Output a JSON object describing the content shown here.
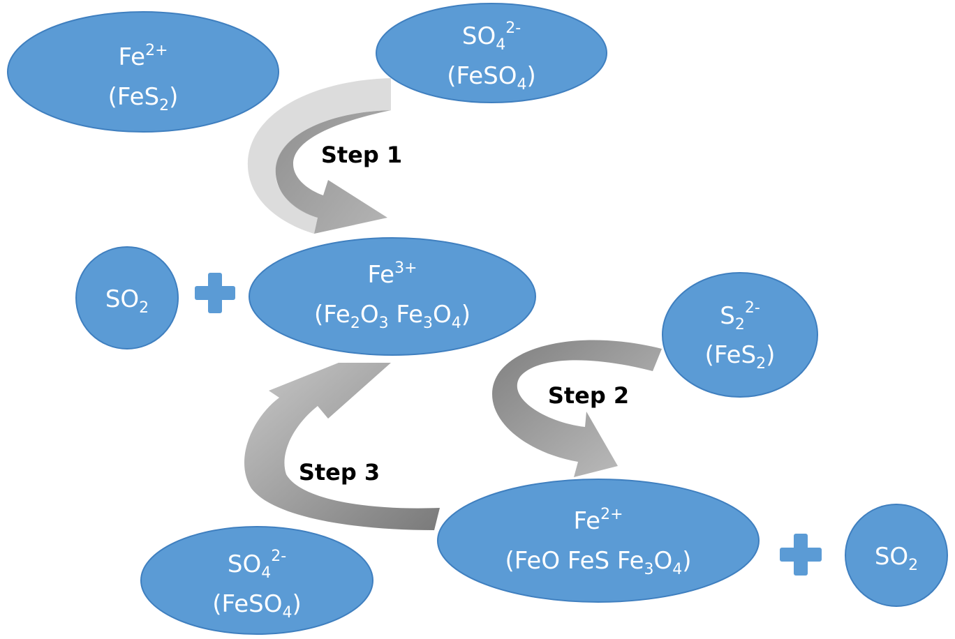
{
  "nodes": {
    "fe2_fes2": {
      "ion": "Fe",
      "ion_sup": "2+",
      "compound_parts": [
        "(FeS",
        "2",
        ")"
      ]
    },
    "so4_top": {
      "ion": "SO",
      "ion_sub": "4",
      "ion_sup": "2-",
      "compound_parts": [
        "(FeSO",
        "4",
        ")"
      ]
    },
    "so2_left": {
      "formula": "SO",
      "formula_sub": "2"
    },
    "fe3_center": {
      "ion": "Fe",
      "ion_sup": "3+",
      "compound_parts": [
        "(Fe",
        "2",
        "O",
        "3",
        " Fe",
        "3",
        "O",
        "4",
        ")"
      ]
    },
    "s2_right": {
      "ion": "S",
      "ion_sub": "2",
      "ion_sup": "2-",
      "compound_parts": [
        "(FeS",
        "2",
        ")"
      ]
    },
    "fe2_bottom": {
      "ion": "Fe",
      "ion_sup": "2+",
      "compound_parts": [
        "(FeO FeS Fe",
        "3",
        "O",
        "4",
        ")"
      ]
    },
    "so4_bottom": {
      "ion": "SO",
      "ion_sub": "4",
      "ion_sup": "2-",
      "compound_parts": [
        "(FeSO",
        "4",
        ")"
      ]
    },
    "so2_right": {
      "formula": "SO",
      "formula_sub": "2"
    }
  },
  "steps": {
    "step1": "Step 1",
    "step2": "Step 2",
    "step3": "Step 3"
  },
  "colors": {
    "node_fill": "#5b9bd5",
    "arrow_fill": "#9e9e9e",
    "text_on_node": "#ffffff",
    "label_text": "#000000"
  }
}
